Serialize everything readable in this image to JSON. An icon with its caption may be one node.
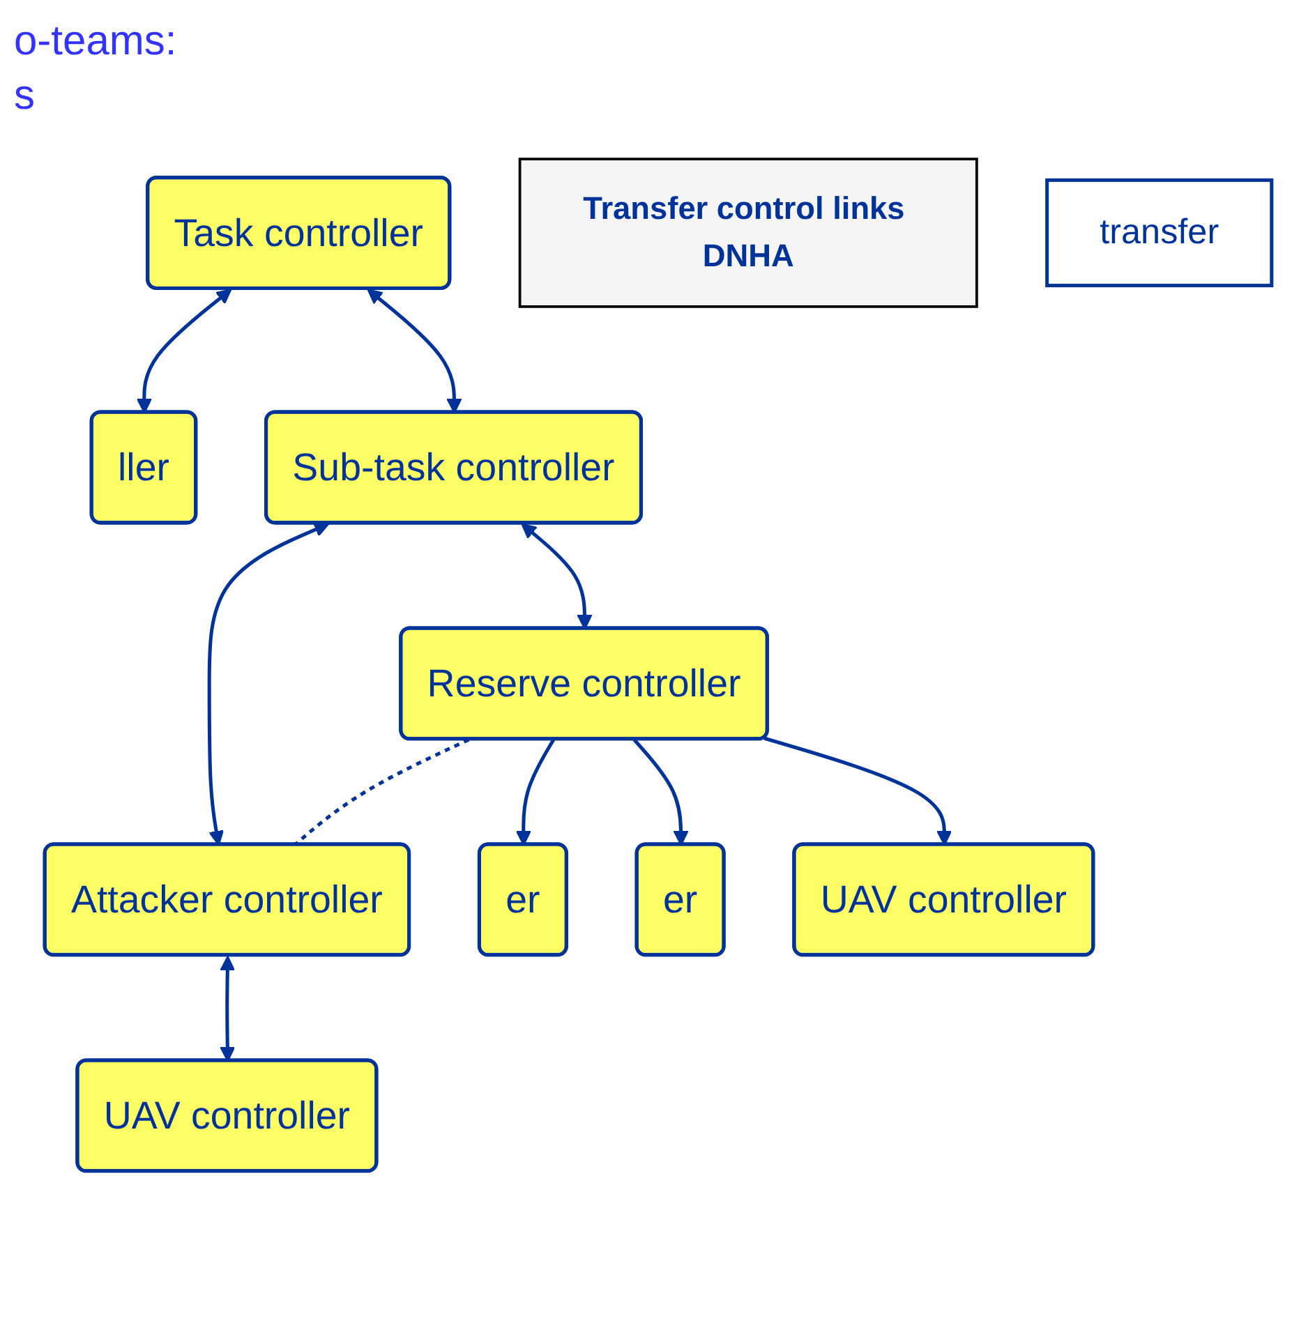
{
  "diagram": {
    "nodes": [
      {
        "text": [
          "Task controller"
        ]
      },
      {
        "text": [
          "ller"
        ]
      },
      {
        "text": [
          "Sub-task controller"
        ]
      },
      {
        "text": [
          "Attacker controller"
        ]
      },
      {
        "text": [
          "Reserve controller"
        ]
      },
      {
        "text": [
          "Transfer control links DNHA"
        ]
      },
      {
        "text": [
          "transfer"
        ]
      },
      {
        "text": [
          "UAV controller"
        ]
      },
      {
        "text": [
          "er"
        ]
      },
      {
        "text": [
          "er"
        ]
      },
      {
        "text": [
          "UAV controller"
        ]
      }
    ],
    "edges": [
      {
        "from": 0,
        "to": 2,
        "arrow": "both"
      },
      {
        "from": 0,
        "to": 1,
        "arrow": "both"
      },
      {
        "from": 2,
        "to": 3,
        "arrow": "both"
      },
      {
        "from": 2,
        "to": 4,
        "arrow": "both"
      },
      {
        "from": 3,
        "to": 7,
        "arrow": "both"
      },
      {
        "from": 4,
        "to": 3,
        "arrow": "none",
        "style": "dashed"
      },
      {
        "from": 4,
        "to": 8,
        "arrow": "to"
      },
      {
        "from": 4,
        "to": 9,
        "arrow": "to"
      },
      {
        "from": 4,
        "to": 10,
        "arrow": "to"
      }
    ],
    "labels": [
      "o-teams:",
      "s"
    ]
  }
}
